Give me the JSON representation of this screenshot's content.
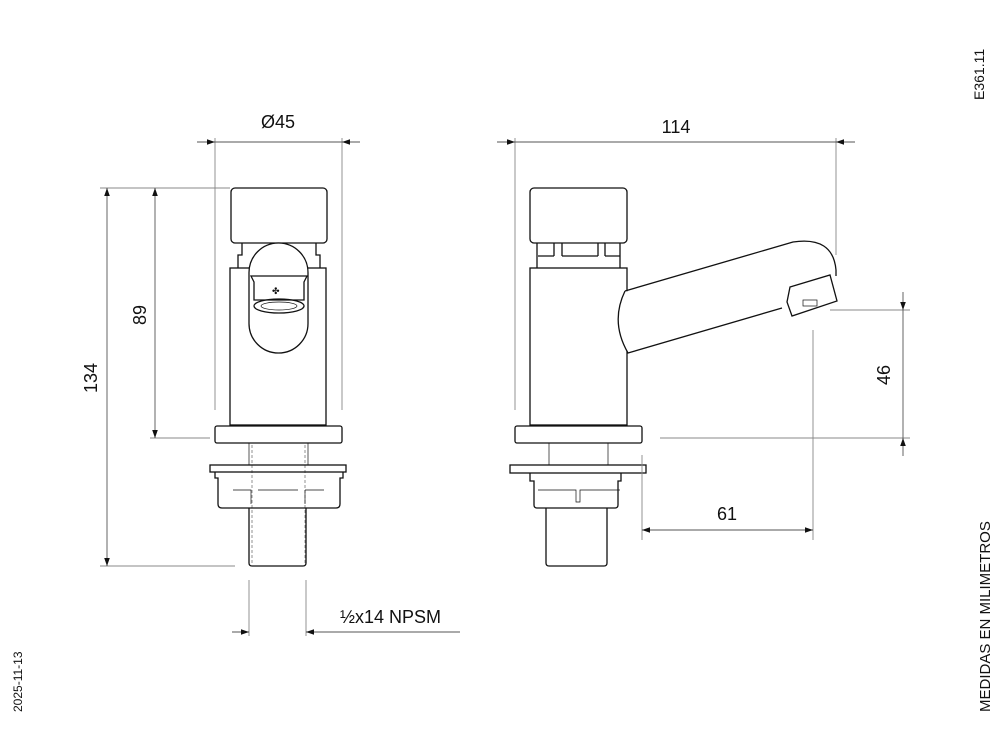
{
  "drawing_code": "E361.11",
  "date": "2025-11-13",
  "units_note": "MEDIDAS EN MILIMETROS",
  "dimensions": {
    "diameter": "Ø45",
    "total_height": "134",
    "body_height": "89",
    "length": "114",
    "spout_height": "46",
    "spout_reach": "61",
    "thread": "½x14 NPSM"
  }
}
